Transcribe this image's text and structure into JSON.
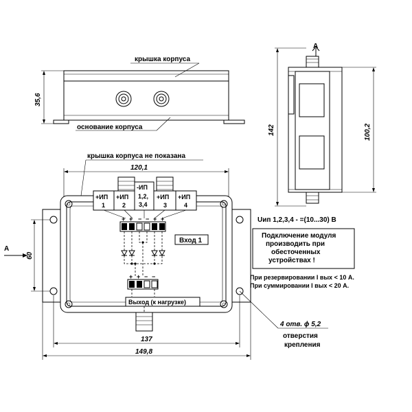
{
  "labels": {
    "cover": "крышка корпуса",
    "base": "основание корпуса",
    "cover_not_shown": "крышка корпуса не показана",
    "input1": "Вход 1",
    "output": "Выход (к нагрузке)",
    "voltage": "Uип 1,2,3,4   -   =(10...30) В",
    "connect_note": [
      "Подключение модуля",
      "производить при",
      "обесточенных",
      "устройствах !"
    ],
    "reserve_note": "При резервировании  I вых < 10 А.",
    "sum_note": "При суммировании   I вых < 20 А.",
    "holes": "4 отв. ϕ 5,2",
    "holes_note": [
      "отверстия",
      "крепления"
    ],
    "view_a": "A",
    "view_a_side": "A"
  },
  "terminals": [
    {
      "line1": "+ИП",
      "line2": "1"
    },
    {
      "line1": "+ИП",
      "line2": "2"
    },
    {
      "line1": "-ИП",
      "line2": "1,2,",
      "line3": "3,4"
    },
    {
      "line1": "+ИП",
      "line2": "3"
    },
    {
      "line1": "+ИП",
      "line2": "4"
    }
  ],
  "dimensions": {
    "height_side": "35,6",
    "width_top": "120,1",
    "height_front": "60",
    "width_mid": "137",
    "width_total": "149,8",
    "height_right": "142",
    "height_right_inner": "100,2"
  }
}
